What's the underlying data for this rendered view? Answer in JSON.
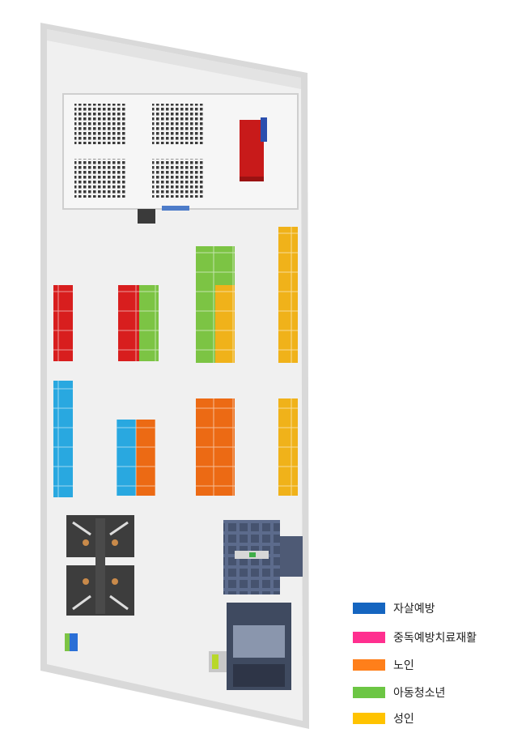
{
  "legend": {
    "items": [
      {
        "label": "자살예방",
        "color": "#1565c0"
      },
      {
        "label": "중독예방치료재활",
        "color": "#ff2f8f"
      },
      {
        "label": "노인",
        "color": "#ff7f1a"
      },
      {
        "label": "아동청소년",
        "color": "#6cc644"
      },
      {
        "label": "성인",
        "color": "#ffc300"
      }
    ]
  },
  "zone_colors": {
    "red": "#d81e1e",
    "blue": "#29a8e0",
    "orange": "#ec6a14",
    "green": "#7cc444",
    "yellow": "#f0b21a",
    "dark_gray": "#3a3a3a",
    "slate": "#5a6a8a"
  }
}
